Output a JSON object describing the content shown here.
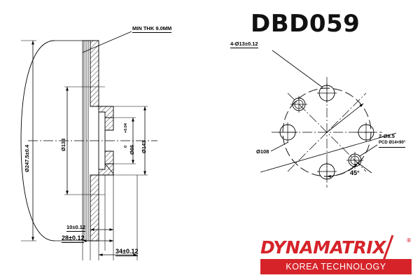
{
  "part_number": "DBD059",
  "brand": {
    "name": "DYNAMATRIX",
    "registered_mark": "®",
    "tagline": "KOREA TECHNOLOGY",
    "color": "#d6232a"
  },
  "drawing": {
    "type": "brake-disc-technical-drawing",
    "line_color": "#000000",
    "background": "#ffffff",
    "section_view": {
      "name": "cross-section",
      "annotations": [
        {
          "id": "min-thickness",
          "text": "MIN THK 9.0MM"
        },
        {
          "id": "outer-diameter",
          "text": "Ø247.5±0.4"
        },
        {
          "id": "inner-diameter-133",
          "text": "Ø133"
        },
        {
          "id": "bore-diameter",
          "text": "Ø66"
        },
        {
          "id": "bore-tolerance-upper",
          "text": "+0.04"
        },
        {
          "id": "bore-tolerance-lower",
          "text": "0"
        },
        {
          "id": "hub-diameter-143",
          "text": "Ø143"
        },
        {
          "id": "thickness-10",
          "text": "10±0.12"
        },
        {
          "id": "height-28",
          "text": "28±0.12"
        },
        {
          "id": "overall-height-34",
          "text": "34±0.12"
        }
      ]
    },
    "face_view": {
      "name": "bolt-pattern-view",
      "annotations": [
        {
          "id": "bolt-holes",
          "text": "4-Ø13±0.12"
        },
        {
          "id": "pitch-circle-diameter",
          "text": "Ø108"
        },
        {
          "id": "thread-holes",
          "text": "2-Ø8.5"
        },
        {
          "id": "thread-holes-detail",
          "text": "PCD Ø14×90°"
        },
        {
          "id": "angle",
          "text": "45°"
        }
      ]
    }
  }
}
